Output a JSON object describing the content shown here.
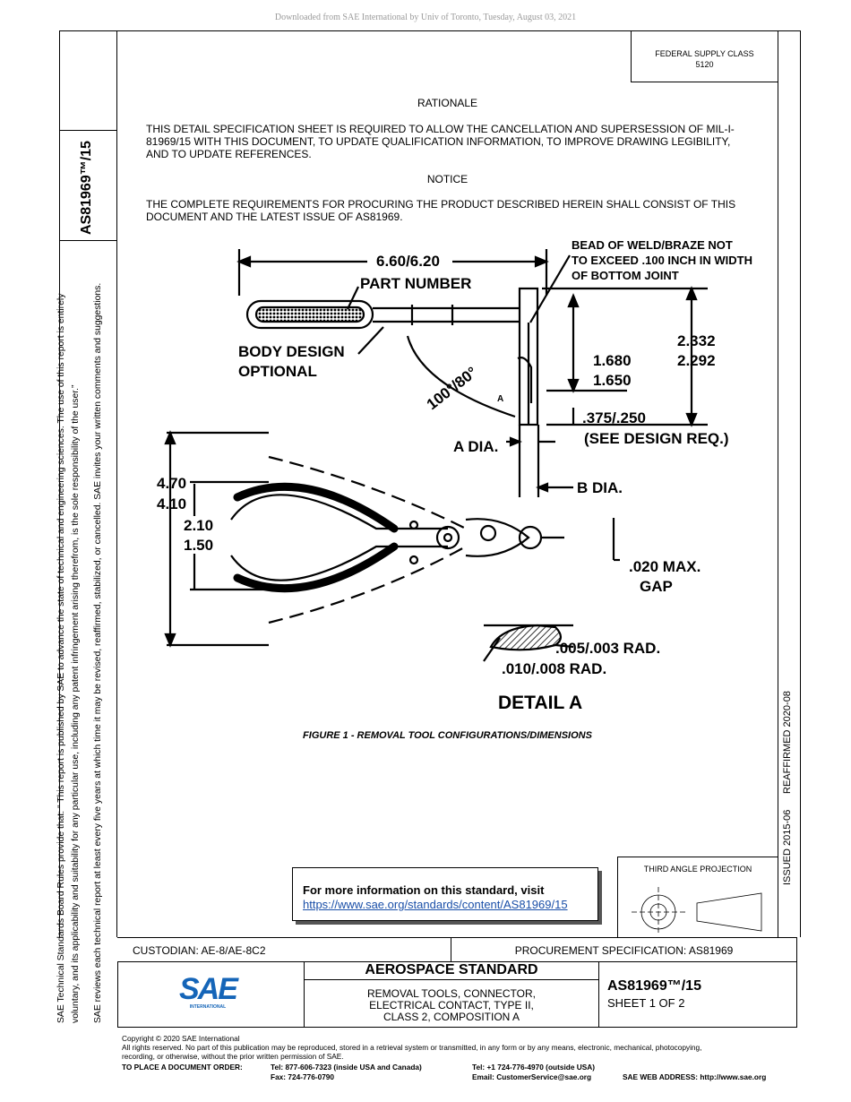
{
  "download_note": "Downloaded from SAE International by Univ of Toronto, Tuesday, August 03, 2021",
  "federal_supply": {
    "line1": "FEDERAL SUPPLY CLASS",
    "line2": "5120"
  },
  "doc_number": "AS81969™/15",
  "side_rules": {
    "line1": "SAE Technical Standards Board Rules provide that: “ This report is published by SAE to advance the state of technical and engineering sciences. The use of this report is entirely",
    "line2": "voluntary, and its applicability and suitability for any particular use, including any patent infringement arising therefrom, is the sole responsibility of the user.”",
    "line3": "SAE reviews each technical report at least every five years at which time it may be revised, reaffirmed, stabilized, or cancelled. SAE invites your written comments and suggestions."
  },
  "issued": "ISSUED 2015-06",
  "reaffirmed": "REAFFIRMED 2020-08",
  "rationale": {
    "heading": "RATIONALE",
    "text": "THIS DETAIL SPECIFICATION SHEET IS REQUIRED TO ALLOW THE CANCELLATION AND SUPERSESSION OF MIL-I-81969/15 WITH THIS DOCUMENT, TO UPDATE QUALIFICATION INFORMATION, TO IMPROVE DRAWING LEGIBILITY, AND TO UPDATE REFERENCES."
  },
  "notice": {
    "heading": "NOTICE",
    "text": "THE COMPLETE REQUIREMENTS FOR PROCURING THE PRODUCT DESCRIBED HEREIN SHALL CONSIST OF THIS DOCUMENT AND THE LATEST ISSUE OF AS81969."
  },
  "drawing": {
    "length": "6.60/6.20",
    "part_number": "PART NUMBER",
    "bead1": "BEAD OF WELD/BRAZE NOT",
    "bead2": "TO EXCEED .100 INCH IN WIDTH",
    "bead3": "OF BOTTOM JOINT",
    "body1": "BODY DESIGN",
    "body2": "OPTIONAL",
    "h1a": "1.680",
    "h1b": "1.650",
    "h2a": "2.332",
    "h2b": "2.292",
    "angle": "100°/80°",
    "a_mark": "A",
    "tip1": ".375/.250",
    "tip2": "(SEE DESIGN REQ.)",
    "a_dia": "A DIA.",
    "b_dia": "B DIA.",
    "w1a": "4.70",
    "w1b": "4.10",
    "w2a": "2.10",
    "w2b": "1.50",
    "gap1": ".020 MAX.",
    "gap2": "GAP",
    "rad1": ".005/.003 RAD.",
    "rad2": ".010/.008 RAD.",
    "detail": "DETAIL A"
  },
  "figure_caption": "FIGURE 1 - REMOVAL TOOL CONFIGURATIONS/DIMENSIONS",
  "more_info": {
    "text": "For more information on this standard, visit",
    "link": "https://www.sae.org/standards/content/AS81969/15"
  },
  "projection": "THIRD ANGLE PROJECTION",
  "custodian": "CUSTODIAN: AE-8/AE-8C2",
  "procurement": "PROCUREMENT SPECIFICATION: AS81969",
  "logo": {
    "letters": "SAE",
    "sub": "INTERNATIONAL"
  },
  "standard_title": "AEROSPACE STANDARD",
  "doc_title": {
    "line1": "REMOVAL TOOLS, CONNECTOR,",
    "line2": "ELECTRICAL CONTACT, TYPE II,",
    "line3": "CLASS 2, COMPOSITION A"
  },
  "sheet": "SHEET 1 OF 2",
  "footer": {
    "copyright": "Copyright © 2020 SAE International",
    "rights1": "All rights reserved. No part of this publication may be reproduced, stored in a retrieval system or transmitted, in any form or by any means, electronic, mechanical, photocopying,",
    "rights2": "recording, or otherwise, without the prior written permission of SAE.",
    "order_label": "TO PLACE A DOCUMENT ORDER:",
    "tel_us": "Tel: 877-606-7323 (inside USA and Canada)",
    "fax": "Fax: 724-776-0790",
    "tel_out": "Tel: +1 724-776-4970 (outside USA)",
    "email": "Email: CustomerService@sae.org",
    "web": "SAE WEB ADDRESS: http://www.sae.org"
  }
}
